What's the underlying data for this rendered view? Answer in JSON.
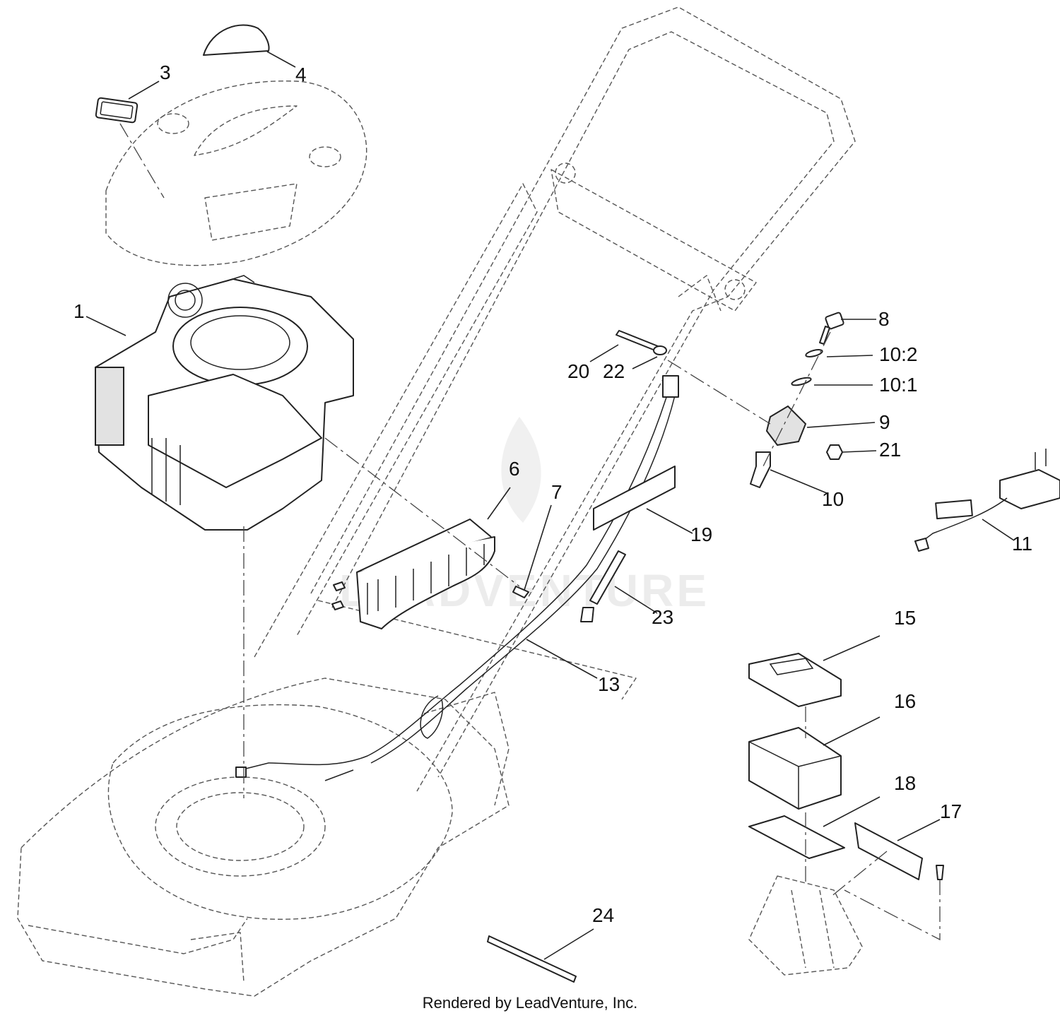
{
  "diagram": {
    "callouts": {
      "c1": "1",
      "c3": "3",
      "c4": "4",
      "c6": "6",
      "c7": "7",
      "c8": "8",
      "c10_2": "10:2",
      "c10_1": "10:1",
      "c9": "9",
      "c21": "21",
      "c10": "10",
      "c11": "11",
      "c19": "19",
      "c20": "20",
      "c22": "22",
      "c23": "23",
      "c13": "13",
      "c15": "15",
      "c16": "16",
      "c18": "18",
      "c17": "17",
      "c24": "24"
    },
    "watermark": "LEADVENTURE",
    "footer": "Rendered by LeadVenture, Inc."
  }
}
